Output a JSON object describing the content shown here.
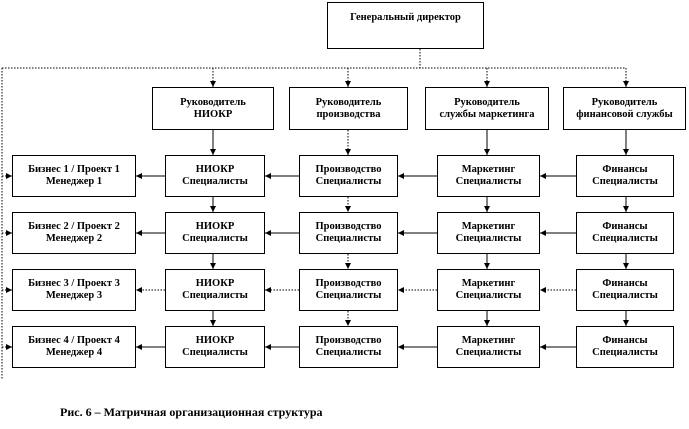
{
  "director": "Генеральный директор",
  "heads": [
    {
      "line1": "Руководитель",
      "line2": "НИОКР"
    },
    {
      "line1": "Руководитель",
      "line2": "производства"
    },
    {
      "line1": "Руководитель",
      "line2": "службы маркетинга"
    },
    {
      "line1": "Руководитель",
      "line2": "финансовой службы"
    }
  ],
  "managers": [
    {
      "line1": "Бизнес 1 / Проект 1",
      "line2": "Менеджер 1"
    },
    {
      "line1": "Бизнес 2 / Проект 2",
      "line2": "Менеджер 2"
    },
    {
      "line1": "Бизнес 3 / Проект 3",
      "line2": "Менеджер 3"
    },
    {
      "line1": "Бизнес 4 / Проект 4",
      "line2": "Менеджер 4"
    }
  ],
  "specialists": [
    {
      "line1": "НИОКР",
      "line2": "Специалисты"
    },
    {
      "line1": "Производство",
      "line2": "Специалисты"
    },
    {
      "line1": "Маркетинг",
      "line2": "Специалисты"
    },
    {
      "line1": "Финансы",
      "line2": "Специалисты"
    }
  ],
  "caption": "Рис. 6 – Матричная организационная  структура"
}
